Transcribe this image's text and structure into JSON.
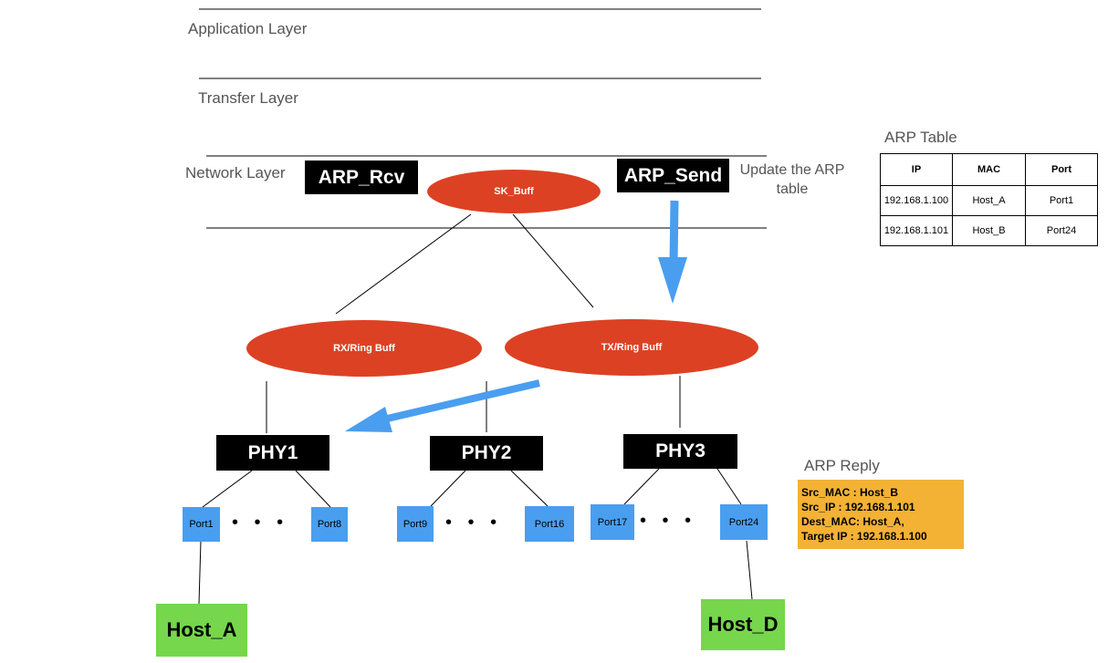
{
  "layers": {
    "application": "Application Layer",
    "transfer": "Transfer Layer",
    "network": "Network Layer"
  },
  "modules": {
    "arp_rcv": "ARP_Rcv",
    "arp_send": "ARP_Send",
    "update_note": "Update the ARP table"
  },
  "buffers": {
    "sk_buff": "SK_Buff",
    "rx_ring": "RX/Ring Buff",
    "tx_ring": "TX/Ring Buff"
  },
  "phys": [
    "PHY1",
    "PHY2",
    "PHY3"
  ],
  "ports": [
    "Port1",
    "Port8",
    "Port9",
    "Port16",
    "Port17",
    "Port24"
  ],
  "ellipsis": "• • •",
  "hosts": [
    "Host_A",
    "Host_D"
  ],
  "arp_table": {
    "title": "ARP Table",
    "headers": [
      "IP",
      "MAC",
      "Port"
    ],
    "rows": [
      [
        "192.168.1.100",
        "Host_A",
        "Port1"
      ],
      [
        "192.168.1.101",
        "Host_B",
        "Port24"
      ]
    ]
  },
  "arp_reply": {
    "title": "ARP Reply",
    "lines": [
      "Src_MAC : Host_B",
      "Src_IP : 192.168.1.101",
      "Dest_MAC: Host_A,",
      "Target IP : 192.168.1.100"
    ]
  },
  "colors": {
    "buffer": "#dd4124",
    "port": "#4a9eef",
    "host": "#76d64c",
    "arrow": "#4a9eef",
    "reply": "#f3b234"
  }
}
